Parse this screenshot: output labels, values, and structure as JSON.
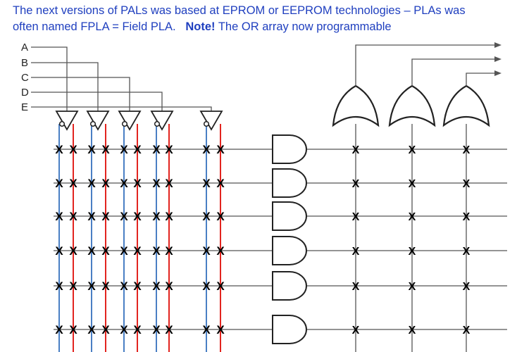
{
  "caption": {
    "line1": "The next versions of PALs was based at EPROM or EEPROM technologies – PLAs was",
    "line2_pre": "often named FPLA = Field PLA.",
    "note": "Note!",
    "line2_post": "The OR array now programmable"
  },
  "inputs": [
    "A",
    "B",
    "C",
    "D",
    "E"
  ],
  "x_mark": "X",
  "colors": {
    "caption_text": "#1f3fbf",
    "true_line": "#4a7fc4",
    "complement_line": "#e2241f",
    "wire": "#555555"
  }
}
